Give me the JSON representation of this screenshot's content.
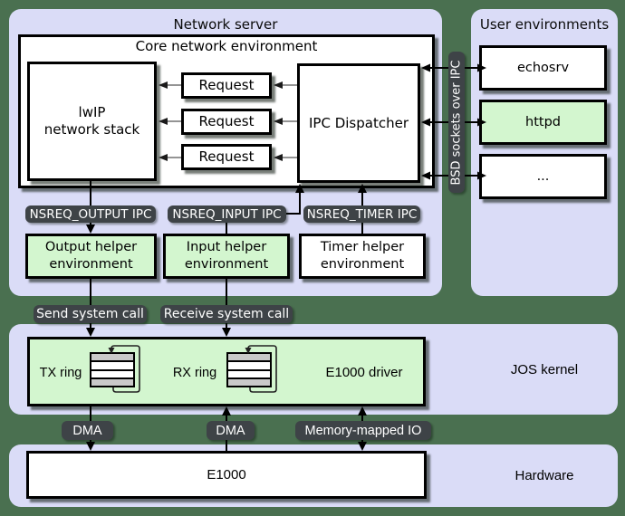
{
  "colors": {
    "background": "#4a7050",
    "panel": "#dadcf7",
    "box_green": "#d3f6cf",
    "box_white": "#ffffff",
    "label_bg": "#3e4347",
    "label_text": "#ffffff",
    "arrow_gray": "#7a7a7a"
  },
  "network_server": {
    "title": "Network server",
    "core": {
      "title": "Core network environment",
      "lwip_line1": "lwIP",
      "lwip_line2": "network stack",
      "requests": [
        "Request",
        "Request",
        "Request"
      ],
      "dispatcher": "IPC Dispatcher"
    },
    "ipc_labels": {
      "output": "NSREQ_OUTPUT IPC",
      "input": "NSREQ_INPUT IPC",
      "timer": "NSREQ_TIMER IPC"
    },
    "helpers": {
      "output_line1": "Output helper",
      "output_line2": "environment",
      "input_line1": "Input helper",
      "input_line2": "environment",
      "timer_line1": "Timer helper",
      "timer_line2": "environment"
    }
  },
  "bsd_sockets_label": "BSD sockets over IPC",
  "user_environments": {
    "title": "User environments",
    "items": [
      "echosrv",
      "httpd",
      "..."
    ]
  },
  "syscalls": {
    "send": "Send system call",
    "receive": "Receive system call"
  },
  "jos_kernel": {
    "title": "JOS kernel",
    "tx_ring": "TX ring",
    "rx_ring": "RX ring",
    "driver": "E1000 driver"
  },
  "bus_labels": {
    "dma_left": "DMA",
    "dma_right": "DMA",
    "mmio": "Memory-mapped IO"
  },
  "hardware": {
    "title": "Hardware",
    "device": "E1000"
  }
}
